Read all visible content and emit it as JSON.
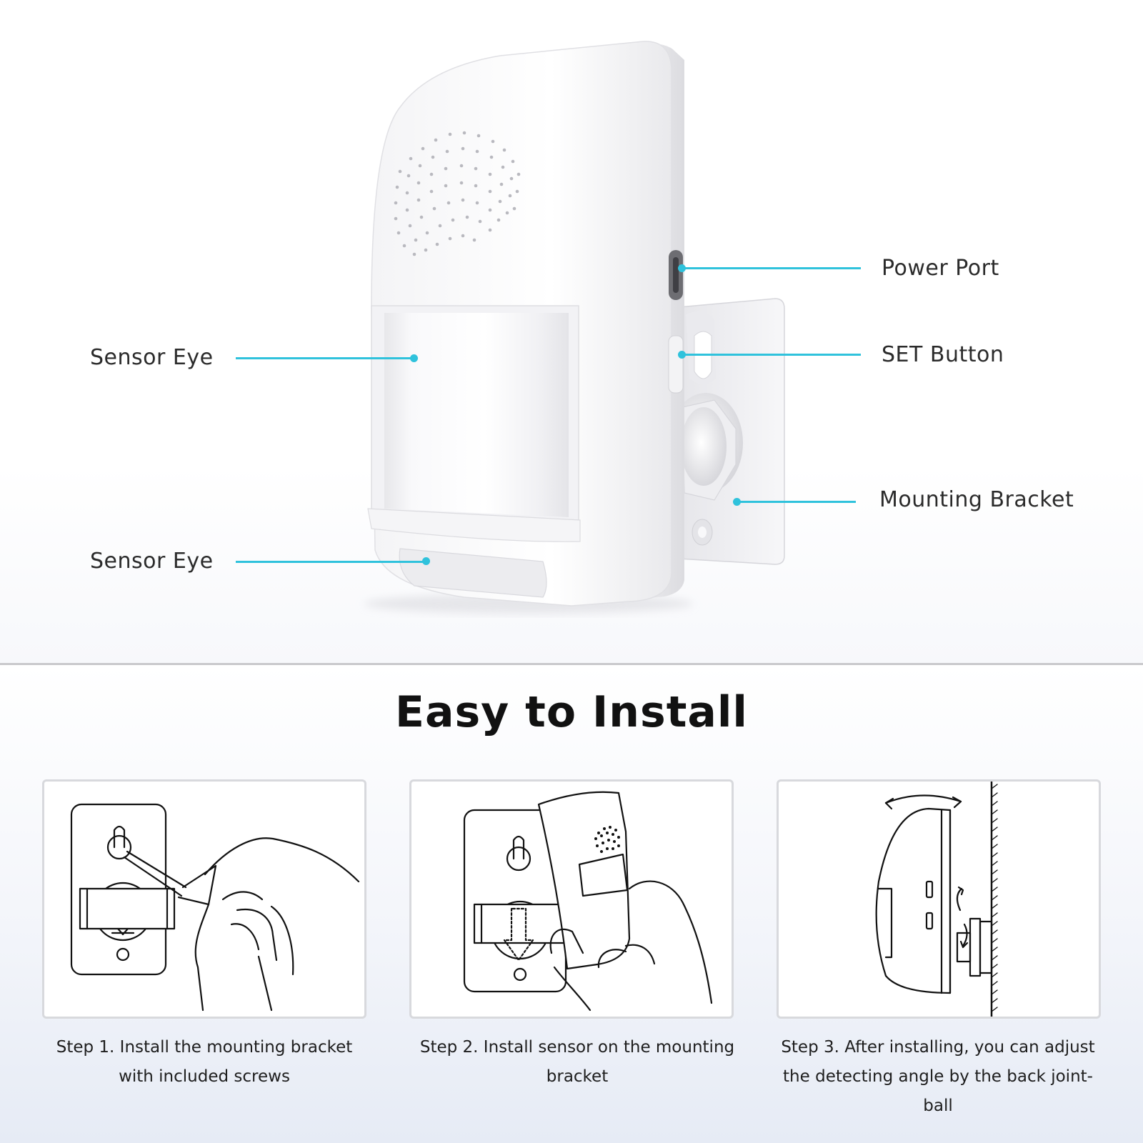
{
  "callouts": {
    "sensor_eye_upper": "Sensor Eye",
    "sensor_eye_lower": "Sensor Eye",
    "power_port": "Power Port",
    "set_button": "SET Button",
    "mounting_bracket": "Mounting Bracket"
  },
  "install": {
    "heading": "Easy to Install",
    "steps": [
      {
        "caption": "Step 1. Install the mounting bracket with included screws"
      },
      {
        "caption": "Step 2. Install sensor on the mounting bracket"
      },
      {
        "caption": "Step 3. After installing, you can adjust the detecting angle by the back joint-ball"
      }
    ]
  },
  "colors": {
    "accent": "#2fc2dc",
    "heading": "#111111",
    "divider": "#c9c9cc"
  }
}
